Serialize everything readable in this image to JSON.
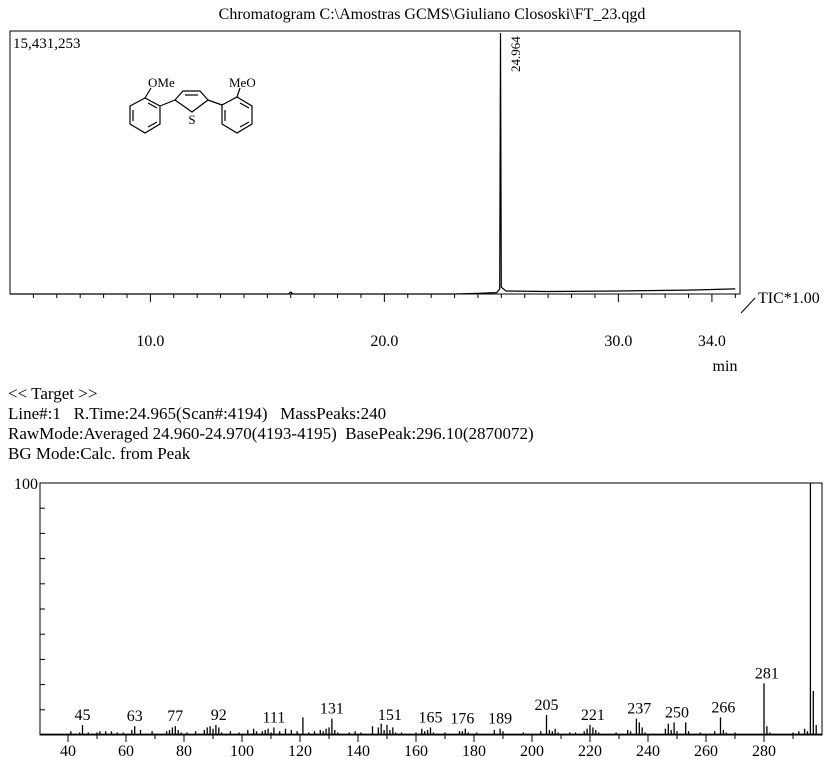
{
  "chromatogram": {
    "title": "Chromatogram C:\\Amostras GCMS\\Giuliano Clososki\\FT_23.qgd",
    "max_intensity_label": "15,431,253",
    "trace_label": "TIC*1.00",
    "unit_label": "min",
    "peak_label": "24.964",
    "structure_labels": {
      "left": "OMe",
      "right": "MeO",
      "sulfur": "S"
    }
  },
  "info": {
    "target": "<< Target >>",
    "line1": "Line#:1   R.Time:24.965(Scan#:4194)   MassPeaks:240",
    "line2": "RawMode:Averaged 24.960-24.970(4193-4195)  BasePeak:296.10(2870072)",
    "line3": "BG Mode:Calc. from Peak"
  },
  "chart_data": [
    {
      "type": "line",
      "title": "Chromatogram C:\\Amostras GCMS\\Giuliano Clososki\\FT_23.qgd",
      "xlabel": "min",
      "ylabel": "",
      "xlim": [
        4.0,
        35.2
      ],
      "ylim": [
        0,
        15431253
      ],
      "x_ticks": [
        10.0,
        20.0,
        30.0,
        34.0
      ],
      "series": [
        {
          "name": "TIC*1.00",
          "points": [
            [
              4.0,
              0
            ],
            [
              10.0,
              0
            ],
            [
              15.9,
              0
            ],
            [
              16.0,
              120000
            ],
            [
              16.1,
              0
            ],
            [
              23.0,
              0
            ],
            [
              24.0,
              40000
            ],
            [
              24.8,
              80000
            ],
            [
              24.93,
              300000
            ],
            [
              24.964,
              15431253
            ],
            [
              25.0,
              400000
            ],
            [
              25.2,
              180000
            ],
            [
              27.0,
              150000
            ],
            [
              30.0,
              180000
            ],
            [
              33.0,
              230000
            ],
            [
              35.0,
              300000
            ]
          ]
        }
      ],
      "annotations": [
        {
          "x": 24.964,
          "label": "24.964"
        }
      ]
    },
    {
      "type": "bar",
      "title": "",
      "xlabel": "",
      "ylabel": "",
      "xlim": [
        40,
        300
      ],
      "ylim": [
        0,
        100
      ],
      "x_ticks": [
        40,
        60,
        80,
        100,
        120,
        140,
        160,
        180,
        200,
        220,
        240,
        260,
        280
      ],
      "y_ticks": [
        100
      ],
      "peaks": [
        [
          41,
          1.5
        ],
        [
          44,
          1
        ],
        [
          45,
          4
        ],
        [
          47,
          1
        ],
        [
          50,
          1
        ],
        [
          51,
          1.5
        ],
        [
          53,
          1.5
        ],
        [
          55,
          1.5
        ],
        [
          57,
          1
        ],
        [
          59,
          1
        ],
        [
          62,
          2
        ],
        [
          63,
          3.5
        ],
        [
          65,
          2
        ],
        [
          69,
          1.5
        ],
        [
          74,
          1.5
        ],
        [
          75,
          2
        ],
        [
          76,
          3
        ],
        [
          77,
          3.5
        ],
        [
          78,
          2
        ],
        [
          79,
          1
        ],
        [
          81,
          1
        ],
        [
          84,
          1.5
        ],
        [
          87,
          2
        ],
        [
          88,
          3
        ],
        [
          89,
          3.5
        ],
        [
          90,
          2.5
        ],
        [
          91,
          4
        ],
        [
          92,
          3
        ],
        [
          93,
          1
        ],
        [
          96,
          1.5
        ],
        [
          99,
          1
        ],
        [
          102,
          2
        ],
        [
          104,
          2.5
        ],
        [
          105,
          1.5
        ],
        [
          107,
          1.5
        ],
        [
          108,
          2
        ],
        [
          109,
          2.5
        ],
        [
          110,
          1
        ],
        [
          111,
          3
        ],
        [
          113,
          1.5
        ],
        [
          115,
          2.5
        ],
        [
          117,
          2
        ],
        [
          119,
          1.5
        ],
        [
          121,
          7
        ],
        [
          123,
          1
        ],
        [
          125,
          1.5
        ],
        [
          127,
          2
        ],
        [
          128,
          1.5
        ],
        [
          129,
          2.5
        ],
        [
          130,
          3
        ],
        [
          131,
          6.5
        ],
        [
          132,
          2
        ],
        [
          133,
          1
        ],
        [
          137,
          1
        ],
        [
          139,
          1.5
        ],
        [
          141,
          1
        ],
        [
          145,
          3.5
        ],
        [
          147,
          3
        ],
        [
          148,
          4.5
        ],
        [
          149,
          2
        ],
        [
          150,
          4
        ],
        [
          151,
          2
        ],
        [
          152,
          3
        ],
        [
          153,
          1
        ],
        [
          155,
          1
        ],
        [
          160,
          1
        ],
        [
          162,
          2.5
        ],
        [
          163,
          1.5
        ],
        [
          164,
          2
        ],
        [
          165,
          3
        ],
        [
          166,
          1
        ],
        [
          170,
          1
        ],
        [
          175,
          1.5
        ],
        [
          176,
          1.5
        ],
        [
          177,
          2.5
        ],
        [
          178,
          1
        ],
        [
          181,
          1
        ],
        [
          187,
          2
        ],
        [
          189,
          2.5
        ],
        [
          190,
          1.5
        ],
        [
          197,
          1
        ],
        [
          203,
          1.5
        ],
        [
          205,
          8
        ],
        [
          206,
          2
        ],
        [
          207,
          1.5
        ],
        [
          208,
          2.5
        ],
        [
          209,
          1
        ],
        [
          213,
          1
        ],
        [
          215,
          1
        ],
        [
          218,
          1.5
        ],
        [
          219,
          2.5
        ],
        [
          220,
          4
        ],
        [
          221,
          3
        ],
        [
          222,
          2
        ],
        [
          223,
          1
        ],
        [
          229,
          1
        ],
        [
          233,
          2
        ],
        [
          234,
          1.5
        ],
        [
          236,
          6.5
        ],
        [
          237,
          5
        ],
        [
          238,
          3
        ],
        [
          239,
          1
        ],
        [
          246,
          2.5
        ],
        [
          247,
          4.5
        ],
        [
          248,
          2
        ],
        [
          249,
          5
        ],
        [
          250,
          1.5
        ],
        [
          253,
          5
        ],
        [
          254,
          1.5
        ],
        [
          258,
          1
        ],
        [
          263,
          1.5
        ],
        [
          265,
          7
        ],
        [
          266,
          2
        ],
        [
          267,
          1
        ],
        [
          270,
          1
        ],
        [
          280,
          20.5
        ],
        [
          281,
          3.5
        ],
        [
          282,
          1
        ],
        [
          290,
          1
        ],
        [
          292,
          1.5
        ],
        [
          294,
          2.5
        ],
        [
          295,
          1.5
        ],
        [
          296,
          100
        ],
        [
          297,
          17.5
        ],
        [
          298,
          4
        ]
      ],
      "peak_labels": [
        {
          "x": 45,
          "label": "45"
        },
        {
          "x": 63,
          "label": "63"
        },
        {
          "x": 77,
          "label": "77"
        },
        {
          "x": 92,
          "label": "92"
        },
        {
          "x": 111,
          "label": "111"
        },
        {
          "x": 131,
          "label": "131"
        },
        {
          "x": 151,
          "label": "151"
        },
        {
          "x": 165,
          "label": "165"
        },
        {
          "x": 176,
          "label": "176"
        },
        {
          "x": 189,
          "label": "189"
        },
        {
          "x": 205,
          "label": "205"
        },
        {
          "x": 221,
          "label": "221"
        },
        {
          "x": 237,
          "label": "237"
        },
        {
          "x": 250,
          "label": "250"
        },
        {
          "x": 266,
          "label": "266"
        },
        {
          "x": 281,
          "label": "281"
        }
      ]
    }
  ]
}
